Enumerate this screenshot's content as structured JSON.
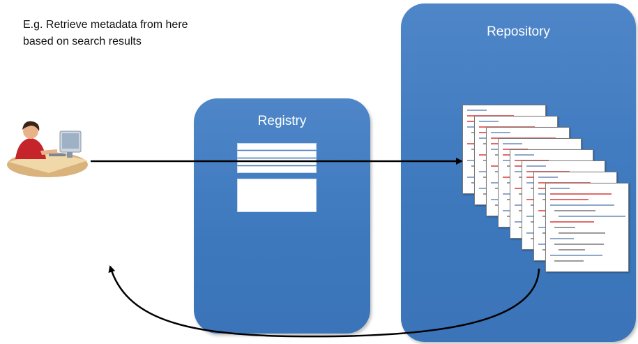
{
  "caption": {
    "line1": "E.g. Retrieve metadata from here",
    "line2": "based on search results"
  },
  "registry": {
    "title": "Registry"
  },
  "repository": {
    "title": "Repository"
  },
  "icons": {
    "user": "person-at-computer-icon",
    "index_cards": "index-cards-icon",
    "documents": "xml-document-icon"
  },
  "colors": {
    "box_fill": "#3d78bd",
    "box_title": "#ffffff",
    "arrow": "#000000",
    "doc_text_blue": "#8fa7c9",
    "doc_text_red": "#e06b6b"
  }
}
